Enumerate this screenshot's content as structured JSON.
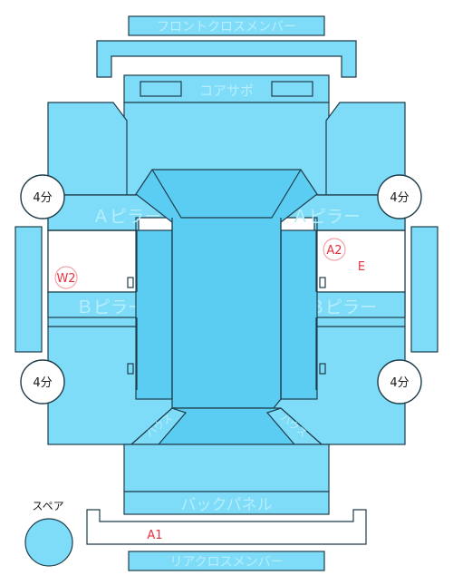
{
  "parts": {
    "front_cross_member": "フロントクロスメンバー",
    "core_support": "コアサポ",
    "a_pillar_left": "Ａピラー",
    "a_pillar_right": "Ａピラー",
    "b_pillar_left": "Ｂピラー",
    "b_pillar_right": "Ｂピラー",
    "back_panel": "バックパネル",
    "rear_cross_member": "リアクロスメンバー",
    "spare": "スペア",
    "rear_house_left": "ハウス",
    "rear_house_right": "ハウス"
  },
  "tires": {
    "front_left": "4分",
    "front_right": "4分",
    "rear_left": "4分",
    "rear_right": "4分"
  },
  "damage_marks": {
    "w2": "W2",
    "a2": "A2",
    "e": "E",
    "a1": "A1"
  },
  "colors": {
    "panel": "#7fdcf8",
    "panel_dark": "#5ccdf2",
    "label": "#b6eefd",
    "damage": "#e5323f",
    "outline": "#1e3c4a"
  }
}
